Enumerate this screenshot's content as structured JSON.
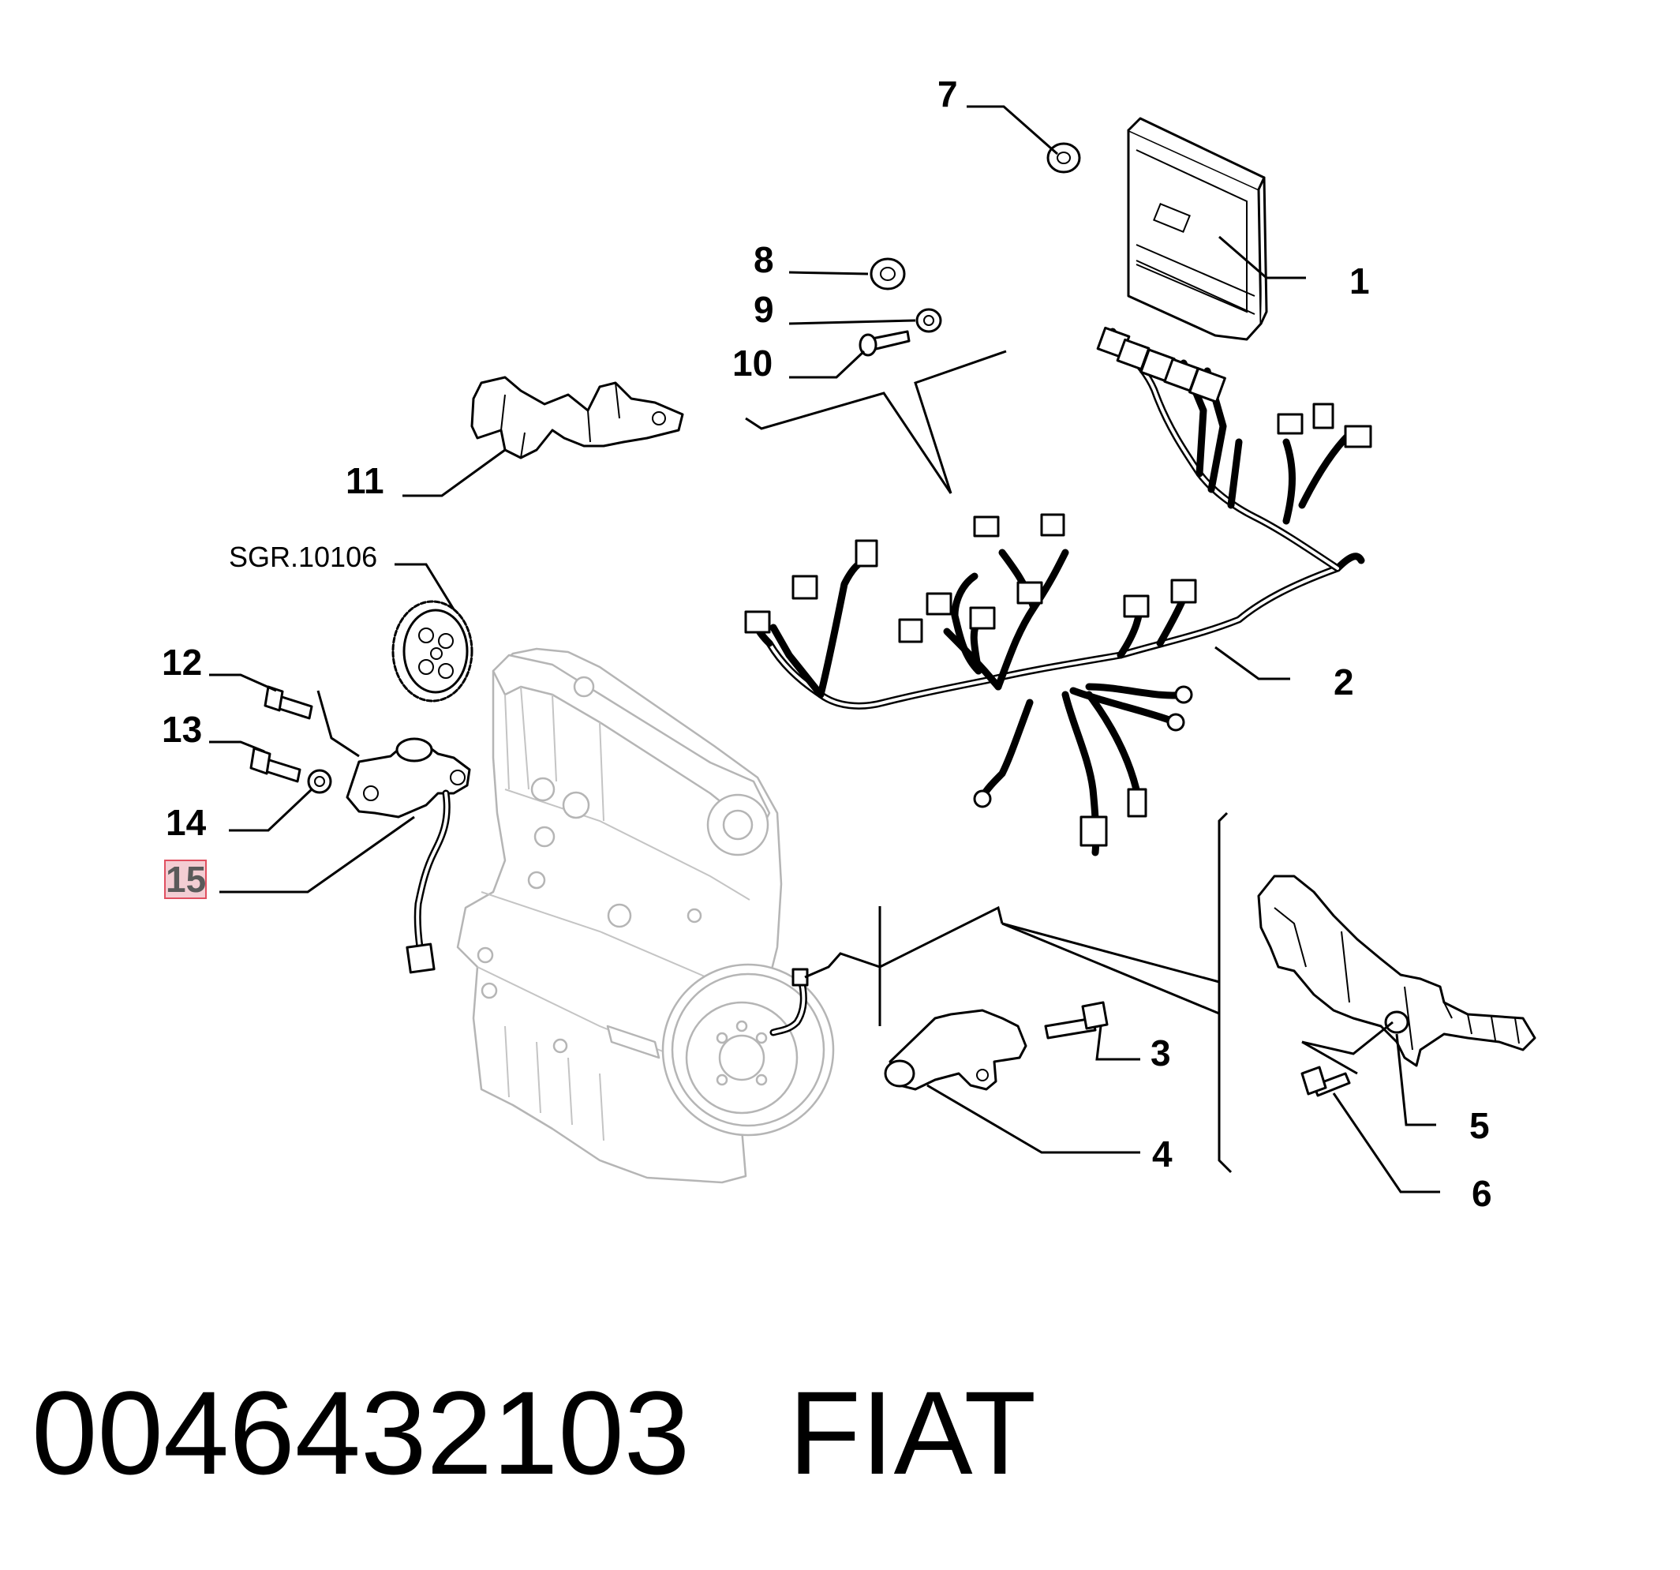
{
  "callouts": {
    "c1": "1",
    "c2": "2",
    "c3": "3",
    "c4": "4",
    "c5": "5",
    "c6": "6",
    "c7": "7",
    "c8": "8",
    "c9": "9",
    "c10": "10",
    "c11": "11",
    "c12": "12",
    "c13": "13",
    "c14": "14",
    "c15": "15",
    "sgr": "SGR.10106"
  },
  "highlighted_callout": "15",
  "highlight_color": "#e05060",
  "footer": {
    "part_number": "0046432103",
    "brand": "FIAT"
  }
}
